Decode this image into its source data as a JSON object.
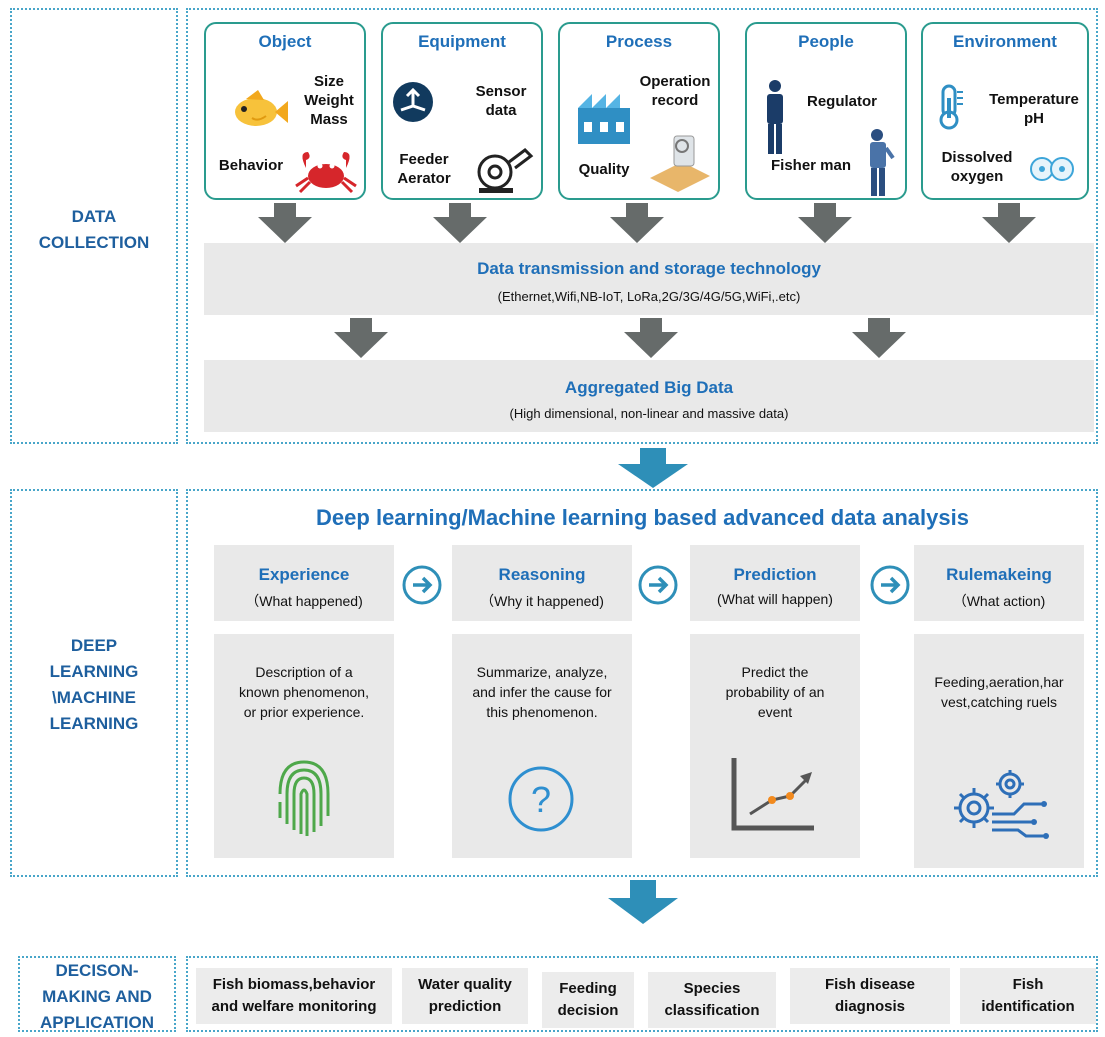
{
  "sections": {
    "data_collection": "DATA\nCOLLECTION",
    "deep_learning": "DEEP\nLEARNING\n\\MACHINE\nLEARNING",
    "decision": "DECISON-\nMAKING AND\nAPPLICATION"
  },
  "cards": [
    {
      "title": "Object",
      "items": [
        "Size\nWeight\nMass",
        "Behavior"
      ]
    },
    {
      "title": "Equipment",
      "items": [
        "Sensor\ndata",
        "Feeder\nAerator"
      ]
    },
    {
      "title": "Process",
      "items": [
        "Operation\nrecord",
        "Quality"
      ]
    },
    {
      "title": "People",
      "items": [
        "Regulator",
        "Fisher man"
      ]
    },
    {
      "title": "Environment",
      "items": [
        "Temperature\npH",
        "Dissolved\noxygen"
      ]
    }
  ],
  "transmission": {
    "title": "Data transmission and storage technology",
    "subtitle": "(Ethernet,Wifi,NB-IoT, LoRa,2G/3G/4G/5G,WiFi,.etc)"
  },
  "aggregated": {
    "title": "Aggregated Big Data",
    "subtitle": "(High dimensional, non-linear and massive data)"
  },
  "analysis_title": "Deep learning/Machine learning based advanced data analysis",
  "stages": [
    {
      "title": "Experience",
      "sub": "（What happened)",
      "desc": "Description of a\nknown phenomenon,\nor prior experience."
    },
    {
      "title": "Reasoning",
      "sub": "（Why it happened)",
      "desc": "Summarize, analyze,\nand infer the cause for\nthis phenomenon."
    },
    {
      "title": "Prediction",
      "sub": "(What will happen)",
      "desc": "Predict the\nprobability of an\nevent"
    },
    {
      "title": "Rulemakeing",
      "sub": "（What action)",
      "desc": "Feeding,aeration,har\nvest,catching ruels"
    }
  ],
  "applications": [
    "Fish biomass,behavior\nand welfare monitoring",
    "Water quality\nprediction",
    "Feeding\ndecision",
    "Species\nclassification",
    "Fish disease\ndiagnosis",
    "Fish\nidentification"
  ],
  "colors": {
    "accent_blue": "#1f6fb8",
    "teal_border": "#2a9b8e",
    "dotted_border": "#49a6c9",
    "grey_arrow": "#666b6a",
    "big_arrow": "#2e8fb8",
    "panel_grey": "#e9e9e9"
  }
}
